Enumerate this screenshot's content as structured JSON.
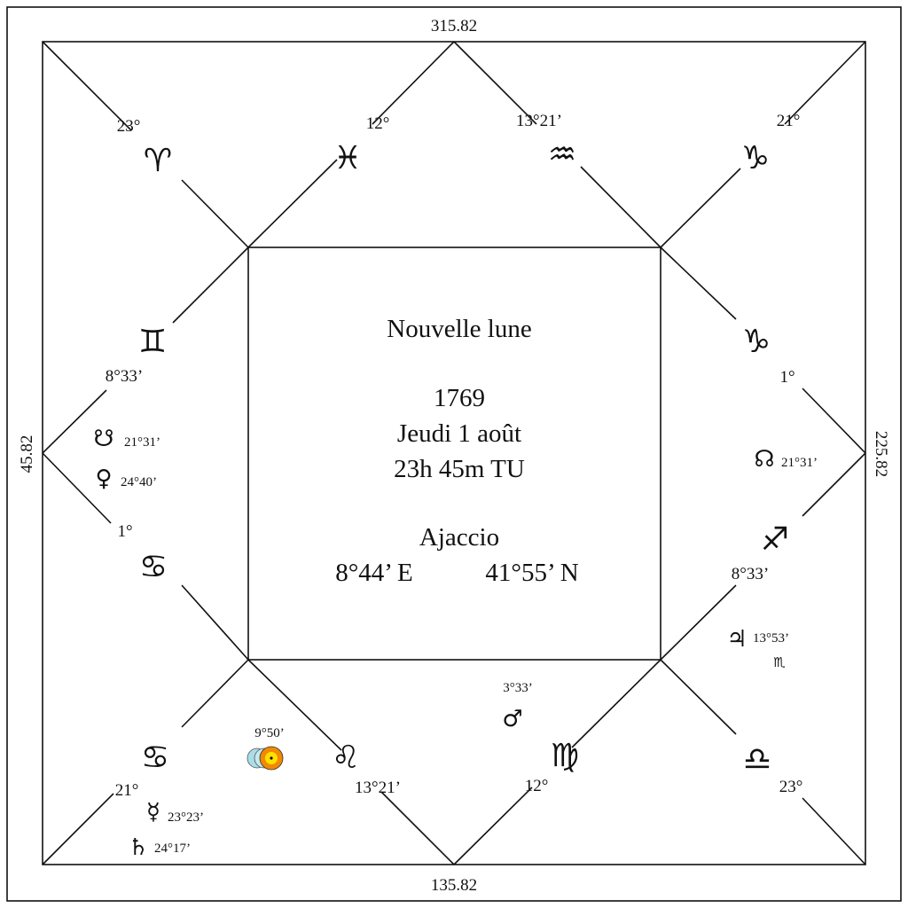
{
  "edge_degrees": {
    "top": "315.82",
    "left": "45.82",
    "right": "225.82",
    "bottom": "135.82"
  },
  "center": {
    "title": "Nouvelle lune",
    "year": "1769",
    "date": "Jeudi 1 août",
    "time": "23h 45m TU",
    "place": "Ajaccio",
    "longitude": "8°44’ E",
    "latitude": "41°55’ N"
  },
  "houses": [
    {
      "id": "aries",
      "glyph": "♈",
      "degree": "23°"
    },
    {
      "id": "pisces",
      "glyph": "♓",
      "degree": "12°"
    },
    {
      "id": "aquarius",
      "glyph": "♒",
      "degree": "13°21’"
    },
    {
      "id": "capricorn-upper",
      "glyph": "♑",
      "degree": "21°"
    },
    {
      "id": "capricorn-right",
      "glyph": "♑",
      "degree": "1°"
    },
    {
      "id": "sagittarius",
      "glyph": "♐",
      "degree": "8°33’"
    },
    {
      "id": "libra",
      "glyph": "♎",
      "degree": "23°"
    },
    {
      "id": "virgo",
      "glyph": "♍",
      "degree": "12°"
    },
    {
      "id": "leo",
      "glyph": "♌",
      "degree": "13°21’"
    },
    {
      "id": "cancer-lower",
      "glyph": "♋",
      "degree": "21°"
    },
    {
      "id": "cancer-left",
      "glyph": "♋",
      "degree": "1°"
    },
    {
      "id": "gemini",
      "glyph": "♊",
      "degree": "8°33’"
    }
  ],
  "planets": [
    {
      "id": "south-node",
      "glyph": "☋",
      "degree": "21°31’"
    },
    {
      "id": "venus",
      "glyph": "♀",
      "degree": "24°40’"
    },
    {
      "id": "north-node",
      "glyph": "☊",
      "degree": "21°31’"
    },
    {
      "id": "jupiter",
      "glyph": "♃",
      "degree": "13°53’",
      "extra": "♏"
    },
    {
      "id": "mars",
      "glyph": "♂",
      "degree": "3°33’"
    },
    {
      "id": "sun-moon",
      "degree": "9°50’"
    },
    {
      "id": "mercury",
      "glyph": "☿",
      "degree": "23°23’"
    },
    {
      "id": "saturn",
      "glyph": "♄",
      "degree": "24°17’"
    }
  ],
  "colors": {
    "line": "#111111",
    "sun_fill": "#f08a00",
    "sun_core": "#ffe000",
    "moon_fill": "#a9dde8"
  }
}
